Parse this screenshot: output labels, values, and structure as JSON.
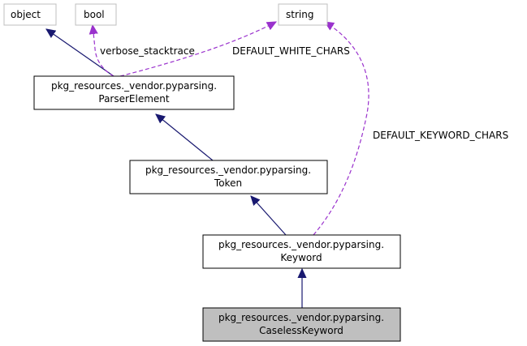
{
  "colors": {
    "inheritance_edge": "#191970",
    "usage_edge": "#9a32cd",
    "highlight_fill": "#bfbfbf",
    "node_border": "#000000",
    "external_node_border": "#bfbfbf"
  },
  "nodes": {
    "object": {
      "line1": "object"
    },
    "bool": {
      "line1": "bool"
    },
    "string": {
      "line1": "string"
    },
    "parser_element": {
      "line1": "pkg_resources._vendor.pyparsing.",
      "line2": "ParserElement"
    },
    "token": {
      "line1": "pkg_resources._vendor.pyparsing.",
      "line2": "Token"
    },
    "keyword": {
      "line1": "pkg_resources._vendor.pyparsing.",
      "line2": "Keyword"
    },
    "caseless_keyword": {
      "line1": "pkg_resources._vendor.pyparsing.",
      "line2": "CaselessKeyword"
    }
  },
  "edge_labels": {
    "verbose_stacktrace": "verbose_stacktrace",
    "default_white_chars": "DEFAULT_WHITE_CHARS",
    "default_keyword_chars": "DEFAULT_KEYWORD_CHARS"
  }
}
